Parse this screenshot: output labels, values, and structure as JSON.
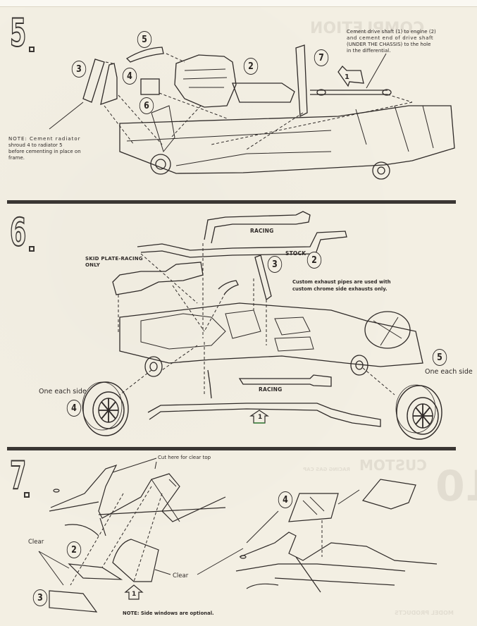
{
  "document": {
    "type": "model car assembly instructions",
    "steps": [
      {
        "number": "5",
        "callouts": [
          "5",
          "3",
          "4",
          "6",
          "2",
          "7"
        ],
        "notes": {
          "radiator": "NOTE: Cement radiator shroud 4 to radiator 5 before cementing in place on frame.",
          "radiator_lines": [
            "NOTE: Cement radiator",
            "shroud  4   to radiator  5",
            "before cementing in place on",
            "frame."
          ],
          "drive_shaft_lines": [
            "Cement drive shaft (1) to engine (2)",
            "and cement end of drive shaft",
            "(UNDER THE CHASSIS) to the hole",
            "in the differential."
          ]
        },
        "arrow_marker": "1"
      },
      {
        "number": "6",
        "callouts": [
          "3",
          "2",
          "4",
          "5"
        ],
        "labels": {
          "skid_plate_line1": "SKID PLATE-RACING",
          "skid_plate_line2": "ONLY",
          "racing_top": "RACING",
          "stock": "STOCK",
          "racing_bottom": "RACING",
          "one_each_side_left": "One each side",
          "one_each_side_right": "One each side"
        },
        "notes": {
          "custom_exhaust_lines": [
            "Custom exhaust pipes are used with",
            "custom  chrome   side exhausts only."
          ]
        },
        "arrow_marker": "1",
        "arrow_marker_color": "#2e7d32"
      },
      {
        "number": "7",
        "callouts": [
          "2",
          "3",
          "4"
        ],
        "labels": {
          "cut_here": "Cut here for clear top",
          "clear_left": "Clear",
          "clear_middle": "Clear"
        },
        "notes": {
          "side_windows": "NOTE: Side windows are optional."
        },
        "arrow_marker": "1"
      }
    ],
    "bleed_through": {
      "completion": "COMPLETION",
      "custom": "CUSTOM",
      "step_ten": "10",
      "racing_gas_cap": "RACING GAS CAP",
      "model_products": "MODEL PRODUCTS"
    }
  }
}
